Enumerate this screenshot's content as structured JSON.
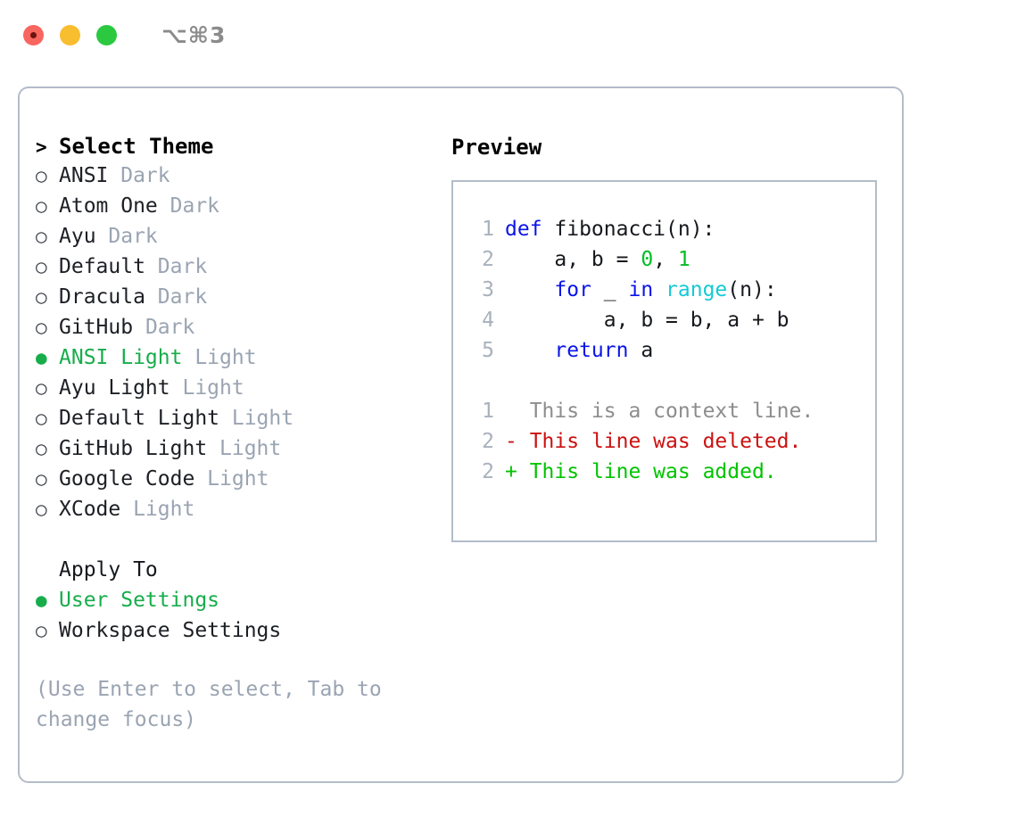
{
  "titlebar": {
    "shortcut": "⌥⌘3",
    "dots": [
      {
        "name": "close",
        "color": "#f9655f"
      },
      {
        "name": "minimize",
        "color": "#f9bd30"
      },
      {
        "name": "maximize",
        "color": "#2bc940"
      }
    ]
  },
  "theme_list": {
    "header": {
      "marker": ">",
      "label": "Select Theme"
    },
    "items": [
      {
        "marker": "○",
        "label": "ANSI",
        "variant": "Dark",
        "selected": false
      },
      {
        "marker": "○",
        "label": "Atom One",
        "variant": "Dark",
        "selected": false
      },
      {
        "marker": "○",
        "label": "Ayu",
        "variant": "Dark",
        "selected": false
      },
      {
        "marker": "○",
        "label": "Default",
        "variant": "Dark",
        "selected": false
      },
      {
        "marker": "○",
        "label": "Dracula",
        "variant": "Dark",
        "selected": false
      },
      {
        "marker": "○",
        "label": "GitHub",
        "variant": "Dark",
        "selected": false
      },
      {
        "marker": "●",
        "label": "ANSI Light",
        "variant": "Light",
        "selected": true
      },
      {
        "marker": "○",
        "label": "Ayu Light",
        "variant": "Light",
        "selected": false
      },
      {
        "marker": "○",
        "label": "Default Light",
        "variant": "Light",
        "selected": false
      },
      {
        "marker": "○",
        "label": "GitHub Light",
        "variant": "Light",
        "selected": false
      },
      {
        "marker": "○",
        "label": "Google Code",
        "variant": "Light",
        "selected": false
      },
      {
        "marker": "○",
        "label": "XCode",
        "variant": "Light",
        "selected": false
      }
    ]
  },
  "apply_to": {
    "header": "Apply To",
    "items": [
      {
        "marker": "●",
        "label": "User Settings",
        "selected": true
      },
      {
        "marker": "○",
        "label": "Workspace Settings",
        "selected": false
      }
    ]
  },
  "hint": "(Use Enter to select, Tab to change focus)",
  "preview": {
    "title": "Preview",
    "code_lines": [
      {
        "number": "1",
        "tokens": [
          {
            "text": "def ",
            "type": "kw"
          },
          {
            "text": "fibonacci(n):",
            "type": "id"
          }
        ]
      },
      {
        "number": "2",
        "tokens": [
          {
            "text": "    a, b = ",
            "type": "id"
          },
          {
            "text": "0",
            "type": "num"
          },
          {
            "text": ", ",
            "type": "id"
          },
          {
            "text": "1",
            "type": "num"
          }
        ]
      },
      {
        "number": "3",
        "tokens": [
          {
            "text": "    ",
            "type": "id"
          },
          {
            "text": "for",
            "type": "kw"
          },
          {
            "text": " _ ",
            "type": "id"
          },
          {
            "text": "in ",
            "type": "kw"
          },
          {
            "text": "range",
            "type": "fn"
          },
          {
            "text": "(n):",
            "type": "id"
          }
        ]
      },
      {
        "number": "4",
        "tokens": [
          {
            "text": "        a, b = b, a + b",
            "type": "id"
          }
        ]
      },
      {
        "number": "5",
        "tokens": [
          {
            "text": "    ",
            "type": "id"
          },
          {
            "text": "return",
            "type": "kw"
          },
          {
            "text": " a",
            "type": "id"
          }
        ]
      }
    ],
    "diff_lines": [
      {
        "number": "1",
        "sign": "  ",
        "text": "This is a context line.",
        "type": "ctx"
      },
      {
        "number": "2",
        "sign": "- ",
        "text": "This line was deleted.",
        "type": "del"
      },
      {
        "number": "2",
        "sign": "+ ",
        "text": "This line was added.",
        "type": "add"
      }
    ]
  },
  "colors": {
    "accent_green": "#17ad4b",
    "muted": "#9aa4b2",
    "border": "#b3bcc8",
    "keyword": "#0b15e8",
    "number": "#00bf24",
    "builtin": "#15c9d6",
    "diff_delete": "#cc1111",
    "diff_add": "#00c400",
    "context": "#8d8d8d"
  }
}
